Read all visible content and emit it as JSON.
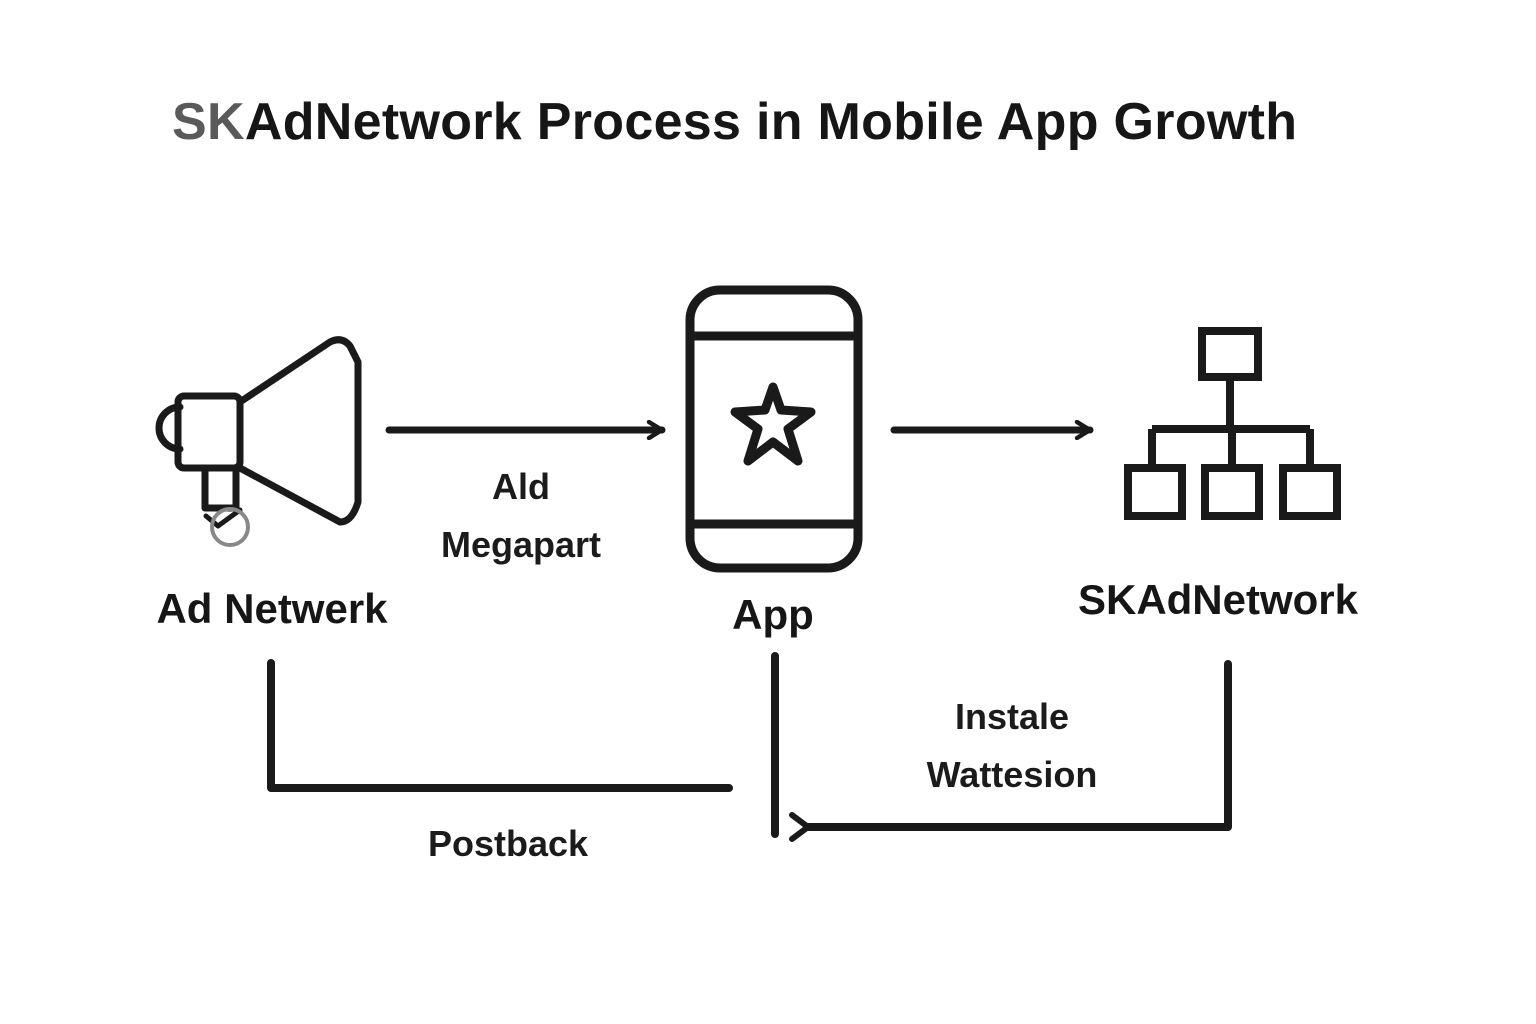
{
  "title": {
    "prefix": "SK",
    "rest": "AdNetwork Process in Mobile App Growth"
  },
  "nodes": {
    "ad_network": {
      "label": "Ad Netwerk",
      "icon": "megaphone-icon"
    },
    "app": {
      "label": "App",
      "icon": "smartphone-star-icon"
    },
    "skadnetwork": {
      "label": "SKAdNetwork",
      "icon": "network-hierarchy-icon"
    }
  },
  "edges": {
    "ad_to_app": {
      "line1": "Ald",
      "line2": "Megapart"
    },
    "sk_to_app": {
      "line1": "Instale",
      "line2": "Wattesion"
    },
    "postback": {
      "label": "Postback"
    }
  },
  "colors": {
    "stroke": "#1a1a1a",
    "background": "#ffffff"
  }
}
